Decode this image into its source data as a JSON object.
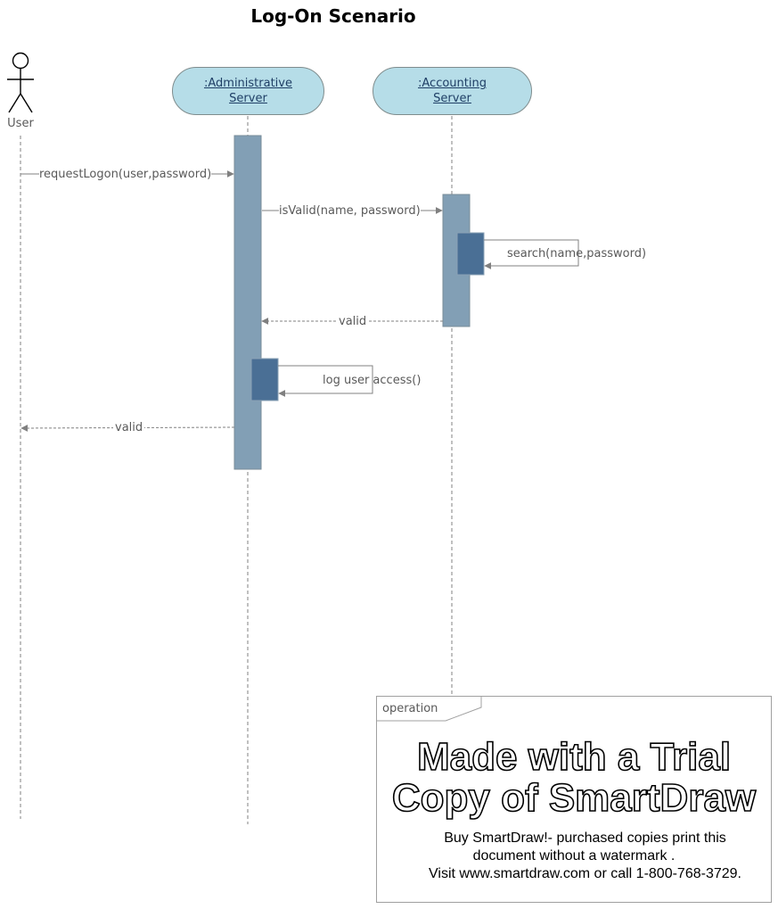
{
  "diagram": {
    "title": "Log-On Scenario",
    "actor": {
      "label": "User"
    },
    "lifelines": [
      {
        "line1": ":Administrative",
        "line2": "Server"
      },
      {
        "line1": ":Accounting",
        "line2": "Server"
      }
    ],
    "messages": {
      "request_logon": "requestLogon(user,password)",
      "is_valid": "isValid(name, password)",
      "search": "search(name,password)",
      "valid_from_accounting": "valid",
      "log_user_access": "log user access()",
      "valid_to_user": "valid"
    },
    "fragment": {
      "label": "operation"
    }
  },
  "watermark": {
    "line1": "Made with a Trial",
    "line2": "Copy of SmartDraw",
    "line3": "Buy SmartDraw!- purchased copies print this",
    "line4": "document without a watermark .",
    "line5": "Visit www.smartdraw.com or call 1-800-768-3729."
  },
  "colors": {
    "lifeline_head_fill": "#b6dde8",
    "activation_fill": "#829fb5",
    "self_activation_fill": "#4a6f95",
    "line_color": "#808080"
  }
}
